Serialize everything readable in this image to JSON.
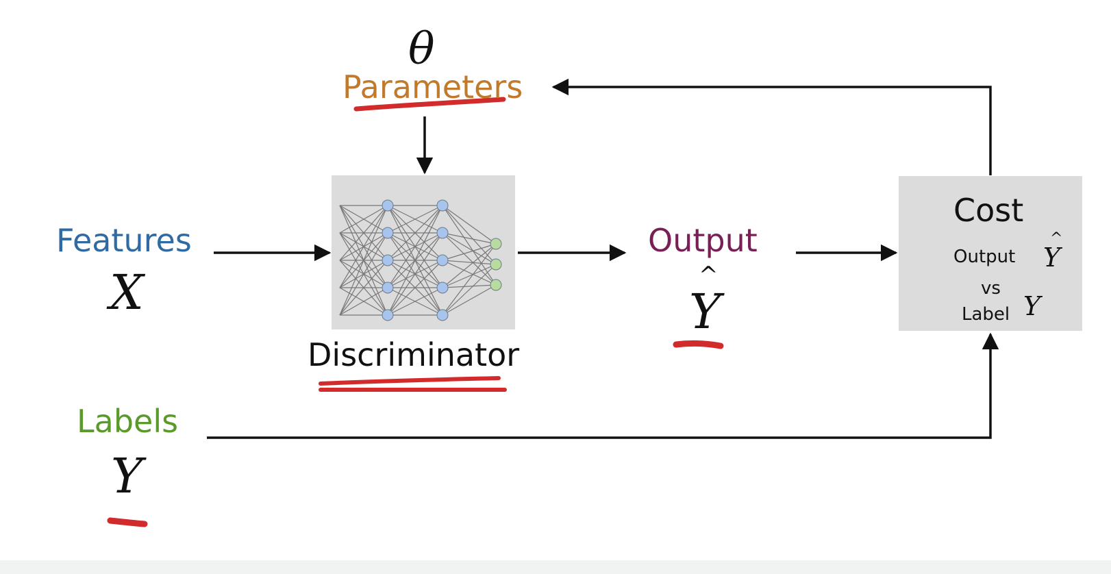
{
  "diagram": {
    "theta_symbol": "θ",
    "parameters_label": "Parameters",
    "features_label": "Features",
    "x_symbol": "X",
    "discriminator_label": "Discriminator",
    "output_label": "Output",
    "yhat_symbol": "Y",
    "yhat_caret": "^",
    "labels_label": "Labels",
    "y_symbol": "Y",
    "cost_box": {
      "title": "Cost",
      "line1": "Output",
      "line1_symbol": "Y",
      "line1_caret": "^",
      "line2": "vs",
      "line3": "Label",
      "line3_symbol": "Y"
    },
    "colors": {
      "parameters": "#c17a2c",
      "features": "#2f6aa3",
      "output": "#7a1f55",
      "labels": "#5a9a2a",
      "annotation": "#d22b2b",
      "nn_node_blue": "#a9c4ec",
      "nn_node_green": "#b8dc9e",
      "box_fill": "#dcdcdc"
    }
  }
}
